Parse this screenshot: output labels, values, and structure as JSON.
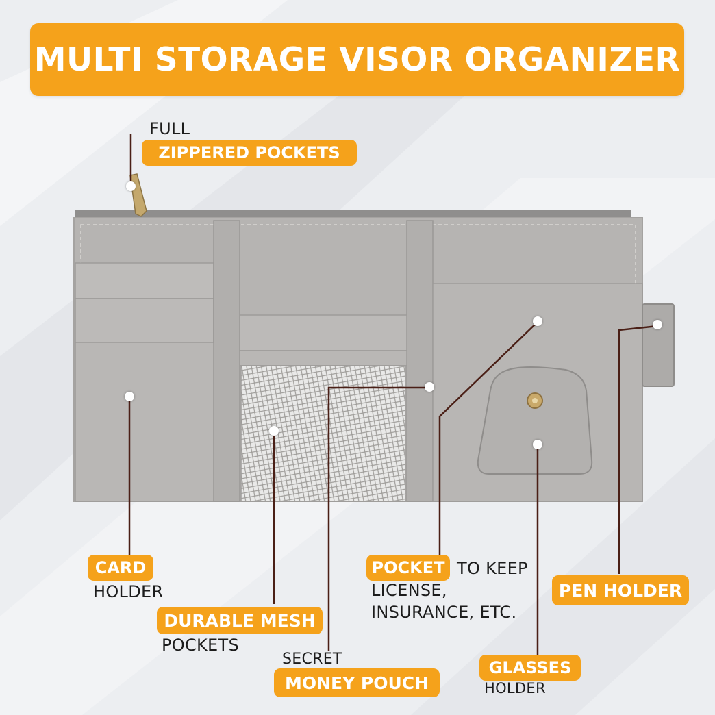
{
  "title": "MULTI STORAGE VISOR ORGANIZER",
  "colors": {
    "accent": "#f5a21b",
    "product": "#b4b2b0",
    "leader": "#4a1f16"
  },
  "callouts": {
    "zipper": {
      "pre": "FULL",
      "highlight": "ZIPPERED POCKETS"
    },
    "card": {
      "highlight": "CARD",
      "post": "HOLDER"
    },
    "mesh": {
      "highlight": "DURABLE MESH",
      "post": "POCKETS"
    },
    "money": {
      "pre": "SECRET",
      "highlight": "MONEY POUCH"
    },
    "pocket": {
      "highlight": "POCKET",
      "inline": "TO KEEP",
      "line2": "LICENSE,",
      "line3": "INSURANCE, ETC."
    },
    "glasses": {
      "highlight": "GLASSES",
      "post": "HOLDER"
    },
    "pen": {
      "highlight": "PEN HOLDER"
    }
  }
}
